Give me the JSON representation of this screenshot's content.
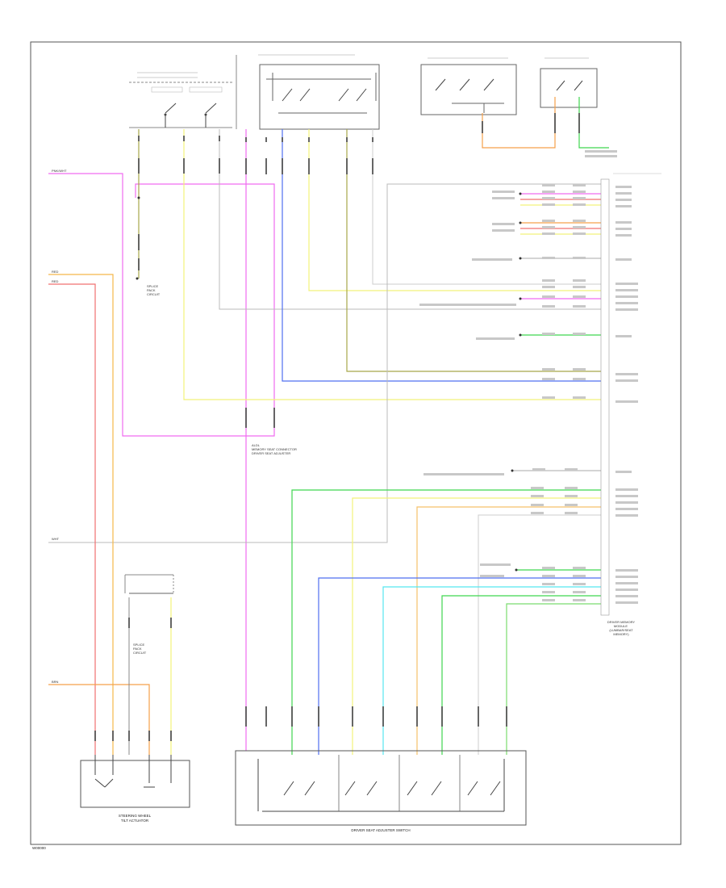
{
  "colors": {
    "pink": "#f06cf0",
    "yellow": "#f2f27a",
    "blue": "#4f6ff0",
    "green": "#3fd64f",
    "orange": "#f5a04a",
    "red": "#f07070",
    "cyan": "#56e6f0",
    "olive": "#a8a84a",
    "gray": "#9a9a9a",
    "black": "#333333"
  },
  "labels": {
    "footer_code": "W00000",
    "bottom_left_component": "STEERING WHEEL\nTILT ACTUATOR",
    "bottom_center_component": "DRIVER SEAT ADJUSTER SWITCH",
    "right_module": "DRIVER MEMORY\nMODULE\n(LUMBAR/SEAT\nMEMORY)",
    "left_pink_label": "PNK/WHT",
    "left_red_label": "RED",
    "left_red_label2": "RED",
    "left_wht_label": "WHT",
    "left_brn_label": "BRN",
    "splice_note_top": "SPLICE\nPACK\nCIRCUIT",
    "splice_note_mid": "SPLICE\nPACK\nCIRCUIT",
    "center_note": "ALDL\nMEMORY SEAT CONNECTOR\nDRIVER SEAT ADJUSTER"
  }
}
